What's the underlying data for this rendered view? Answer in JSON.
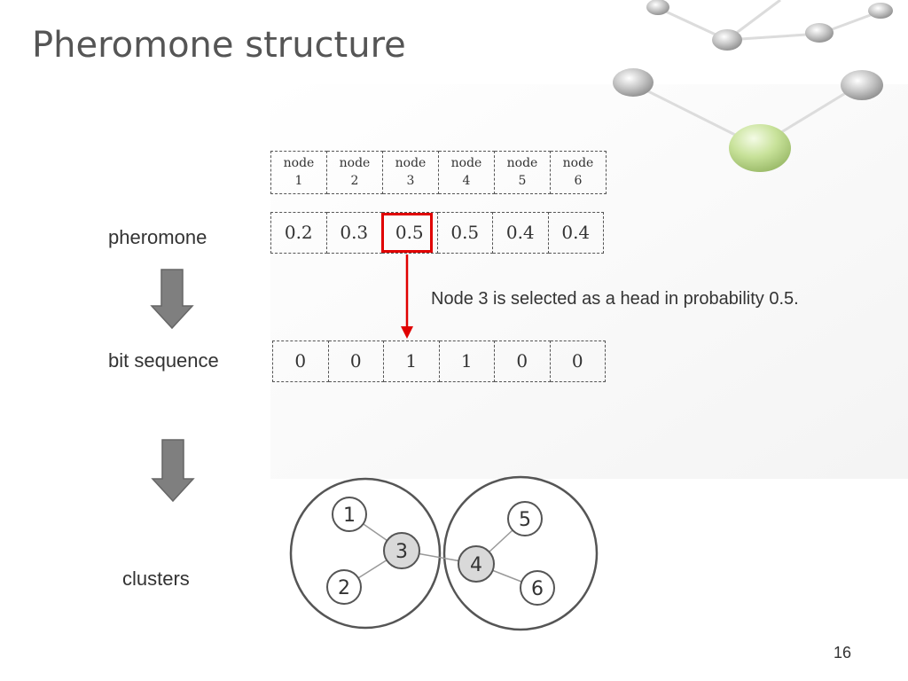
{
  "slide": {
    "title": "Pheromone structure",
    "page_number": "16"
  },
  "labels": {
    "pheromone": "pheromone",
    "bit_sequence": "bit sequence",
    "clusters": "clusters"
  },
  "nodes_header": [
    {
      "line1": "node",
      "line2": "1"
    },
    {
      "line1": "node",
      "line2": "2"
    },
    {
      "line1": "node",
      "line2": "3"
    },
    {
      "line1": "node",
      "line2": "4"
    },
    {
      "line1": "node",
      "line2": "5"
    },
    {
      "line1": "node",
      "line2": "6"
    }
  ],
  "pheromone_values": [
    "0.2",
    "0.3",
    "0.5",
    "0.5",
    "0.4",
    "0.4"
  ],
  "bit_values": [
    "0",
    "0",
    "1",
    "1",
    "0",
    "0"
  ],
  "selected_node": "3",
  "annotation": "Node 3 is selected as a head in probability 0.5.",
  "clusters": {
    "cluster_a": {
      "head": "3",
      "members": [
        "1",
        "2"
      ]
    },
    "cluster_b": {
      "head": "4",
      "members": [
        "5",
        "6"
      ]
    }
  },
  "colors": {
    "highlight": "#e00000",
    "arrow_fill": "#7f7f7f",
    "head_fill": "#d9d9d9",
    "deco_green": "#c8e29a"
  }
}
